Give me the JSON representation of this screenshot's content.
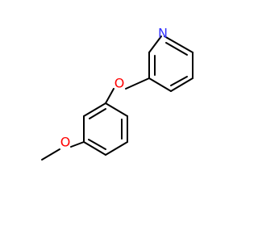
{
  "molecule": {
    "atoms": [
      {
        "id": "N",
        "label": "N",
        "color": "#3333ff"
      },
      {
        "id": "O1",
        "label": "O",
        "color": "#ff0000"
      },
      {
        "id": "O2",
        "label": "O",
        "color": "#ff0000"
      }
    ]
  }
}
